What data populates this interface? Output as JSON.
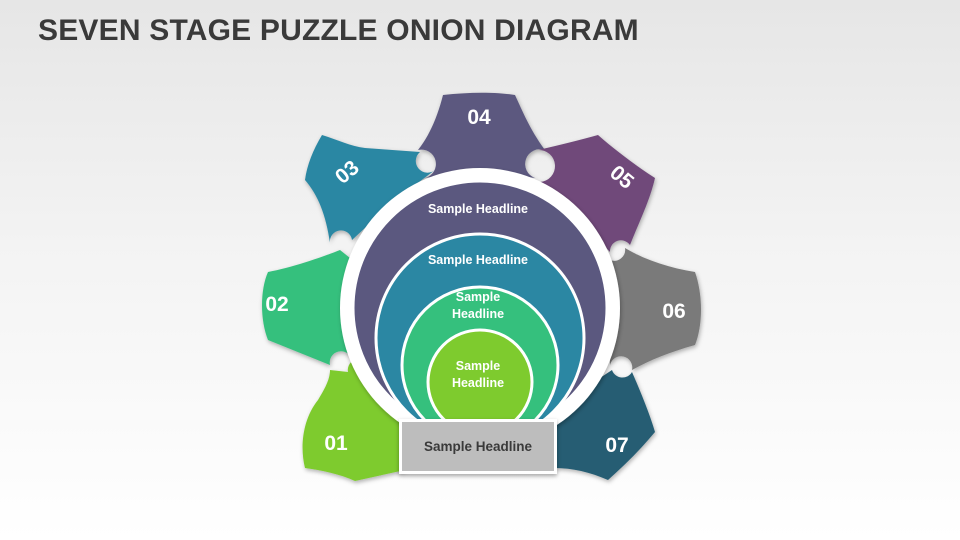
{
  "title": "SEVEN STAGE PUZZLE ONION DIAGRAM",
  "stages": [
    {
      "label": "01",
      "color": "#7ecb2e"
    },
    {
      "label": "02",
      "color": "#35c07d"
    },
    {
      "label": "03",
      "color": "#2b87a3"
    },
    {
      "label": "04",
      "color": "#5b587f"
    },
    {
      "label": "05",
      "color": "#70497a"
    },
    {
      "label": "06",
      "color": "#7a7a7a"
    },
    {
      "label": "07",
      "color": "#255d73"
    }
  ],
  "rings": [
    {
      "line1": "Sample Headline",
      "line2": ""
    },
    {
      "line1": "Sample Headline",
      "line2": ""
    },
    {
      "line1": "Sample",
      "line2": "Headline"
    },
    {
      "line1": "Sample",
      "line2": "Headline"
    }
  ],
  "bottom_label": "Sample Headline"
}
